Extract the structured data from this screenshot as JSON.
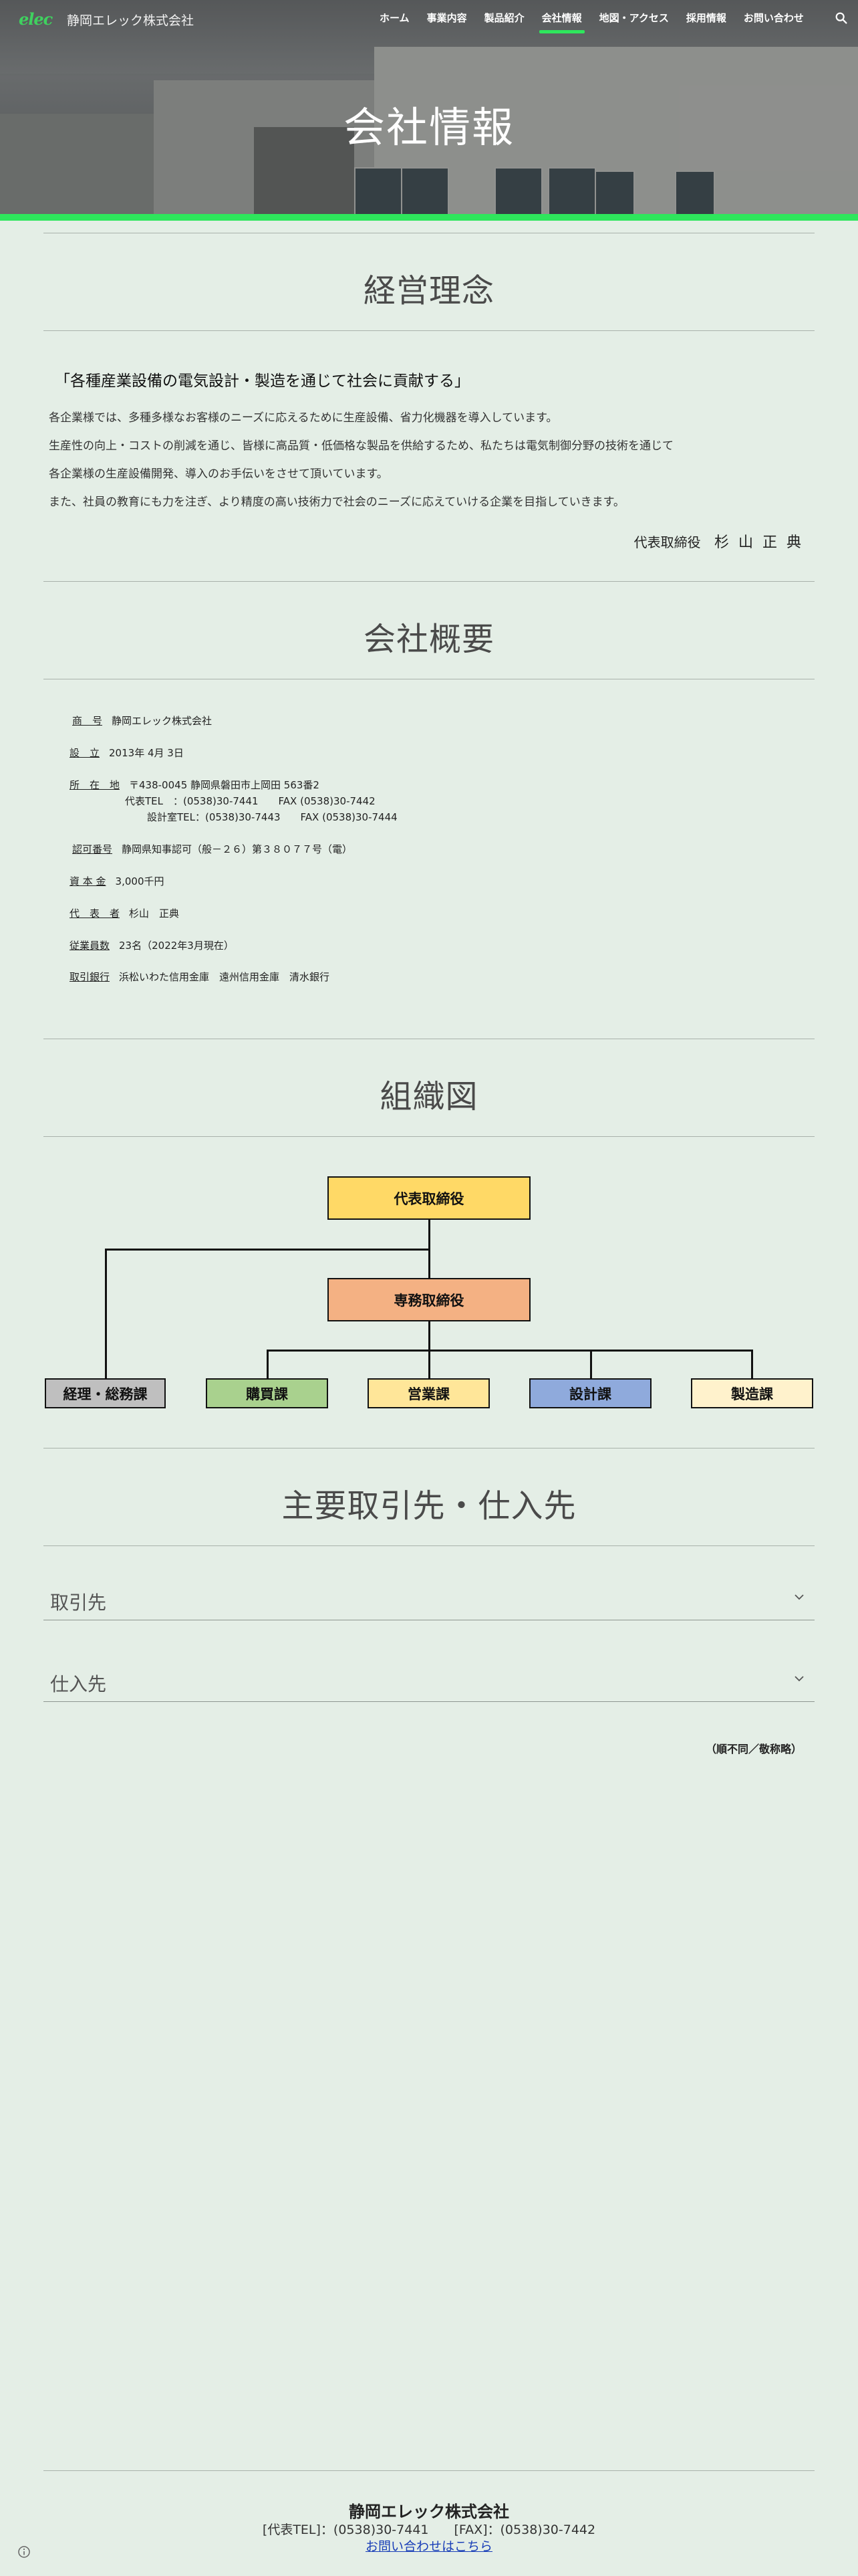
{
  "header": {
    "logo": "elec",
    "company": "静岡エレック株式会社",
    "nav": [
      "ホーム",
      "事業内容",
      "製品紹介",
      "会社情報",
      "地図・アクセス",
      "採用情報",
      "お問い合わせ"
    ],
    "active_nav": "会社情報",
    "search_icon": "search-icon"
  },
  "hero": {
    "title": "会社情報"
  },
  "philosophy": {
    "title": "経営理念",
    "heading": "「各種産業設備の電気設計・製造を通じて社会に貢献する」",
    "lines": [
      "各企業様では、多種多様なお客様のニーズに応えるために生産設備、省力化機器を導入しています。",
      "生産性の向上・コストの削減を通じ、皆様に高品質・低価格な製品を供給するため、私たちは電気制御分野の技術を通じて",
      "各企業様の生産設備開発、導入のお手伝いをさせて頂いています。",
      "また、社員の教育にも力を注ぎ、より精度の高い技術力で社会のニーズに応えていける企業を目指していきます。"
    ],
    "signature_title": "代表取締役",
    "signature_name": "杉山正典"
  },
  "profile": {
    "title": "会社概要",
    "rows": [
      {
        "label": "商　号",
        "value": "静岡エレック株式会社"
      },
      {
        "label": "設　立",
        "value": "2013年 4月 3日"
      },
      {
        "label": "所　在　地",
        "value": "〒438-0045 静岡県磐田市上岡田 563番2"
      },
      {
        "label": "認可番号",
        "value": "静岡県知事認可（般－２６）第３８０７７号（電）"
      },
      {
        "label": "資 本 金",
        "value": "3,000千円"
      },
      {
        "label": "代　表　者",
        "value": "杉山　正典"
      },
      {
        "label": "従業員数",
        "value": "23名（2022年3月現在）"
      },
      {
        "label": "取引銀行",
        "value": "浜松いわた信用金庫　遠州信用金庫　清水銀行"
      }
    ],
    "tel_main": "代表TEL　：(0538)30-7441　　FAX (0538)30-7442",
    "tel_design": "設計室TEL：(0538)30-7443　　FAX (0538)30-7444"
  },
  "org": {
    "title": "組織図",
    "top": "代表取締役",
    "middle": "専務取締役",
    "left": "経理・総務課",
    "departments": [
      "購買課",
      "営業課",
      "設計課",
      "製造課"
    ],
    "colors": {
      "top": "#ffd966",
      "middle": "#f4b183",
      "left": "#bfbfbf",
      "departments": [
        "#a9d18e",
        "#ffe699",
        "#8faadc",
        "#fff2cc"
      ]
    }
  },
  "partners": {
    "title": "主要取引先・仕入先",
    "accordion": [
      "取引先",
      "仕入先"
    ],
    "note": "（順不同／敬称略）"
  },
  "footer": {
    "name": "静岡エレック株式会社",
    "tel": "[代表TEL]：(0538)30-7441　　[FAX]：(0538)30-7442",
    "link": "お問い合わせはこちら"
  }
}
